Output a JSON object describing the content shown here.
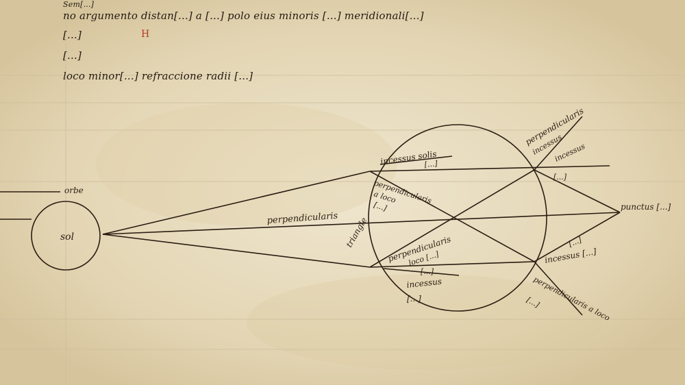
{
  "manuscript": {
    "text_lines": [
      "Sem[...]",
      "no argumento distan[...] a [...] polo eius minoris [...] meridionali[...]",
      "[...]",
      "[...]",
      "loco minor[...] refraccione radii [...]"
    ],
    "rubric_mark": "H"
  },
  "diagram": {
    "sun_label": "sol",
    "orbit_label": "orbe",
    "perpendicular_label": "perpendicularis",
    "triangle_label": "triangle",
    "apex_label": "punctus [...]",
    "upper_left_labels": [
      "incessus solis",
      "[...]"
    ],
    "upper_right_labels": [
      "perpendicularis",
      "incessus",
      "incessus",
      "[...]"
    ],
    "center_labels": [
      "perpendicularis",
      "a loco",
      "[...]"
    ],
    "center_lower_labels": [
      "perpendicularis",
      "loco [...]"
    ],
    "lower_left_labels": [
      "[...]",
      "incessus",
      "[...]"
    ],
    "lower_right_labels": [
      "[...]",
      "incessus [...]",
      "perpendicularis a loco",
      "[...]"
    ]
  },
  "colors": {
    "parchment": "#e9dfc4",
    "ink": "#2a1d12",
    "rubric": "#b23a24",
    "ruling": "#c9bb9a"
  }
}
